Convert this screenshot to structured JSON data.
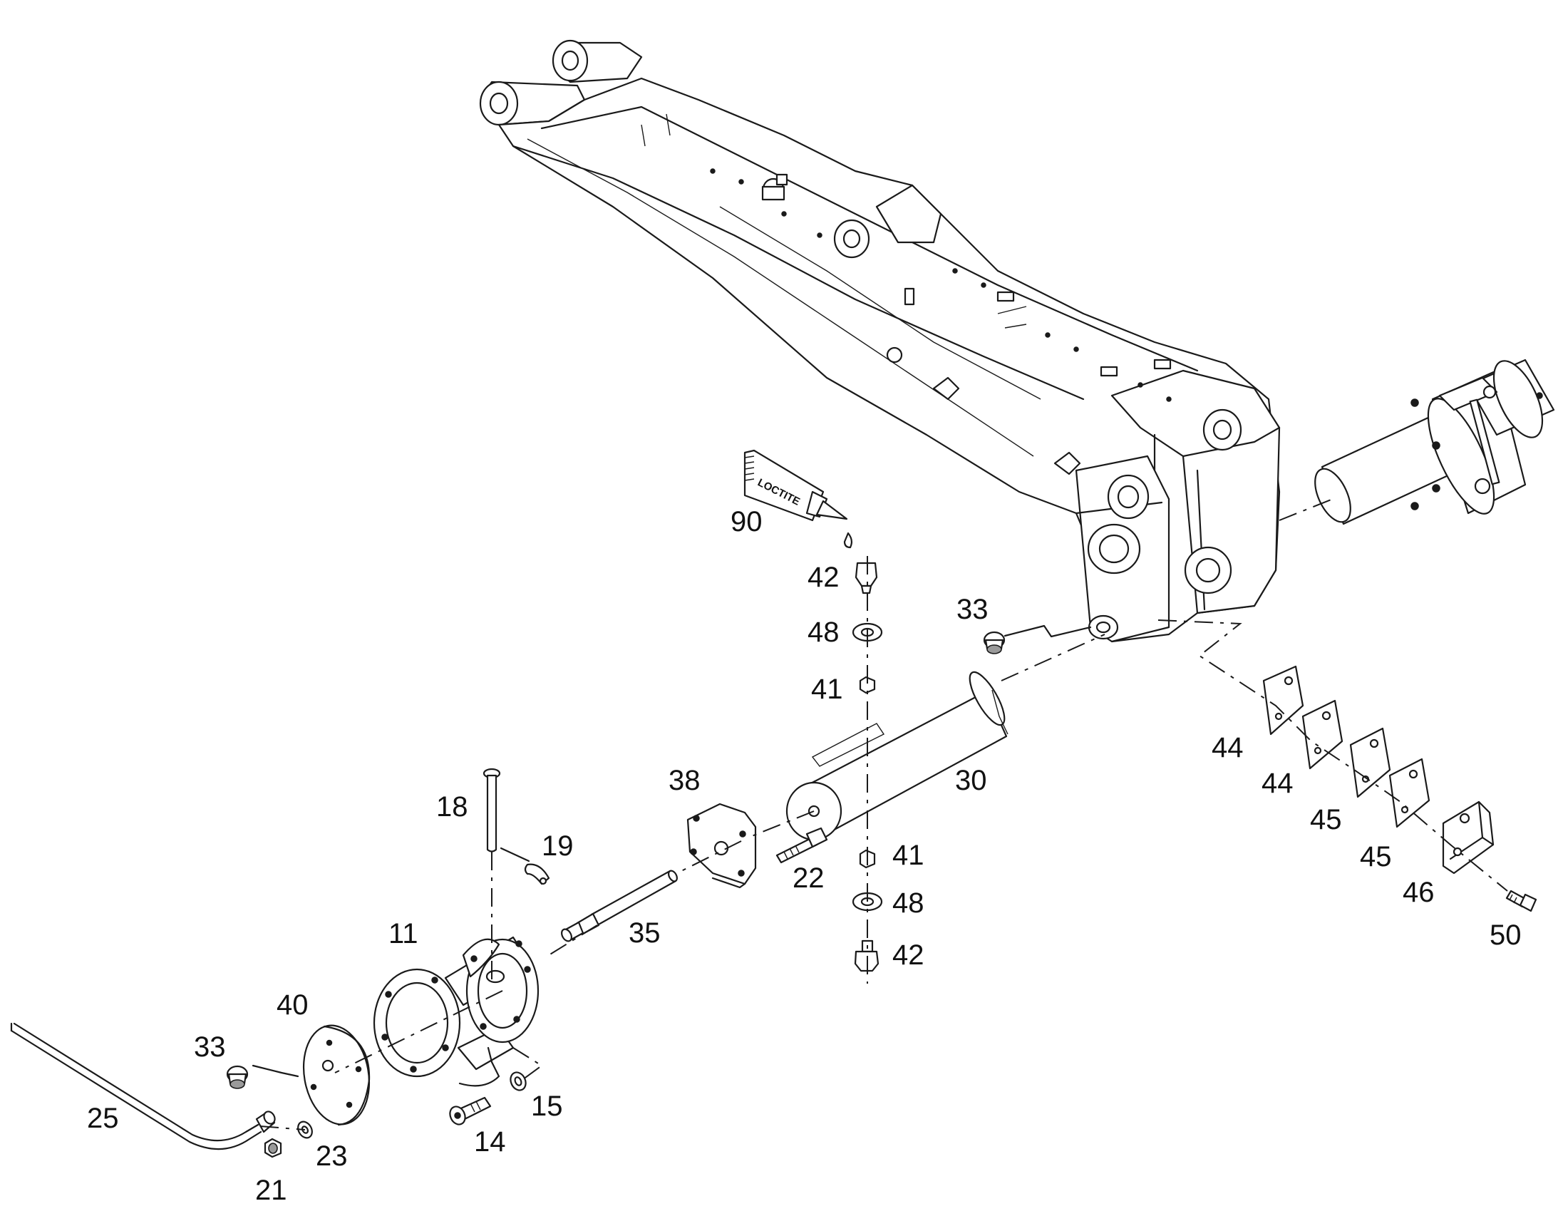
{
  "diagram": {
    "callouts": [
      {
        "id": "c90",
        "text": "90"
      },
      {
        "id": "c42a",
        "text": "42"
      },
      {
        "id": "c48a",
        "text": "48"
      },
      {
        "id": "c41a",
        "text": "41"
      },
      {
        "id": "c33a",
        "text": "33"
      },
      {
        "id": "c38",
        "text": "38"
      },
      {
        "id": "c30",
        "text": "30"
      },
      {
        "id": "c18",
        "text": "18"
      },
      {
        "id": "c19",
        "text": "19"
      },
      {
        "id": "c22",
        "text": "22"
      },
      {
        "id": "c41b",
        "text": "41"
      },
      {
        "id": "c48b",
        "text": "48"
      },
      {
        "id": "c42b",
        "text": "42"
      },
      {
        "id": "c11",
        "text": "11"
      },
      {
        "id": "c35",
        "text": "35"
      },
      {
        "id": "c40",
        "text": "40"
      },
      {
        "id": "c33b",
        "text": "33"
      },
      {
        "id": "c25",
        "text": "25"
      },
      {
        "id": "c23",
        "text": "23"
      },
      {
        "id": "c21",
        "text": "21"
      },
      {
        "id": "c14",
        "text": "14"
      },
      {
        "id": "c15",
        "text": "15"
      },
      {
        "id": "c44a",
        "text": "44"
      },
      {
        "id": "c44b",
        "text": "44"
      },
      {
        "id": "c45a",
        "text": "45"
      },
      {
        "id": "c45b",
        "text": "45"
      },
      {
        "id": "c46",
        "text": "46"
      },
      {
        "id": "c50",
        "text": "50"
      }
    ],
    "tube_label": "LOCTITE"
  }
}
